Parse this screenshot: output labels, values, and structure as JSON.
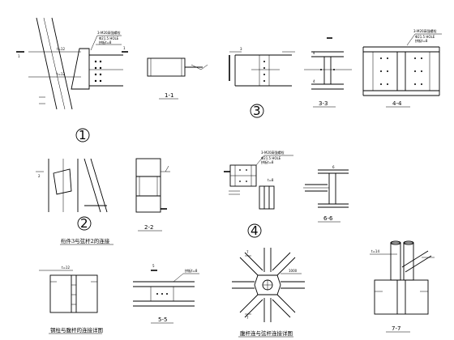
{
  "detail_numbers": [
    "1",
    "2",
    "3",
    "4"
  ],
  "section_labels": {
    "s11": "1-1",
    "s22": "2-2",
    "s33": "3-3",
    "s44": "4-4",
    "s55": "5-5",
    "s66": "6-6",
    "s77": "7-7"
  },
  "cut_marks": {
    "c1": "1",
    "c3": "3",
    "c4": "4",
    "c6": "6",
    "c7": "7",
    "c5": "5",
    "c2": "2"
  },
  "dims": {
    "t12": "t=12",
    "t8": "t=8",
    "t14": "t=14",
    "bolt_note": "3-M20高强螺栓",
    "hole_note": "Φ21.5 HOLE",
    "weld_note": "拼板t=8",
    "w1000": "1000"
  },
  "captions": {
    "cap2": "桁件3与弦杆2的连接",
    "cap_a": "钢柱与腹杆的连接详图",
    "cap_b": "腹杆连与弦杆连接详图"
  }
}
